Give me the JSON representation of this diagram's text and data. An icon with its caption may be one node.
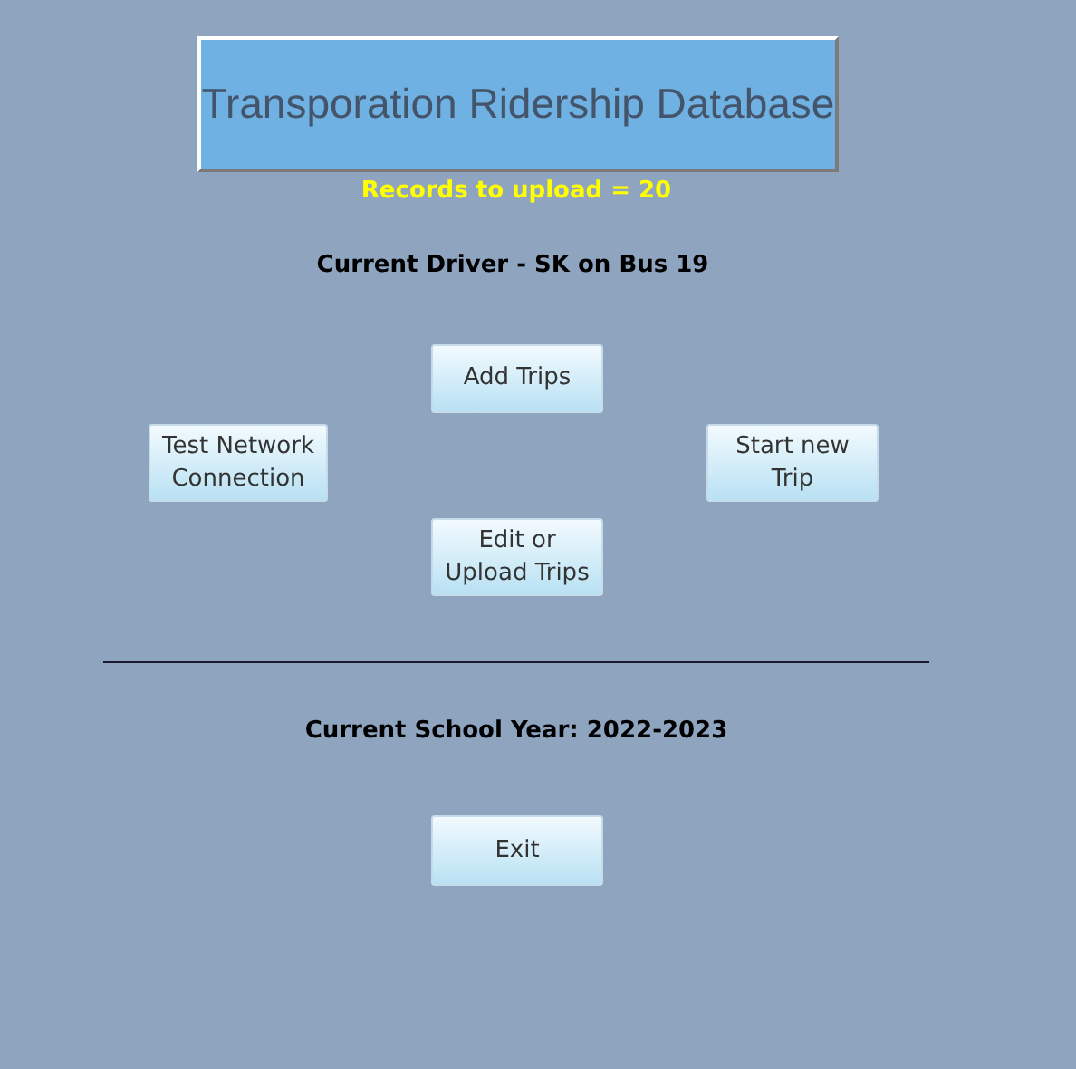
{
  "diagram": {
    "title": "Transporation Ridership Database",
    "nodes": [
      {
        "text": [
          "Add Trips"
        ]
      },
      {
        "text": [
          "Test Network Connection"
        ]
      },
      {
        "text": [
          "Start new Trip"
        ]
      },
      {
        "text": [
          "Edit or Upload Trips"
        ]
      },
      {
        "text": [
          "Exit"
        ]
      }
    ],
    "labels": [
      "Records to upload = 20",
      "Current Driver - SK on Bus 19",
      "Current School Year: 2022-2023"
    ]
  }
}
